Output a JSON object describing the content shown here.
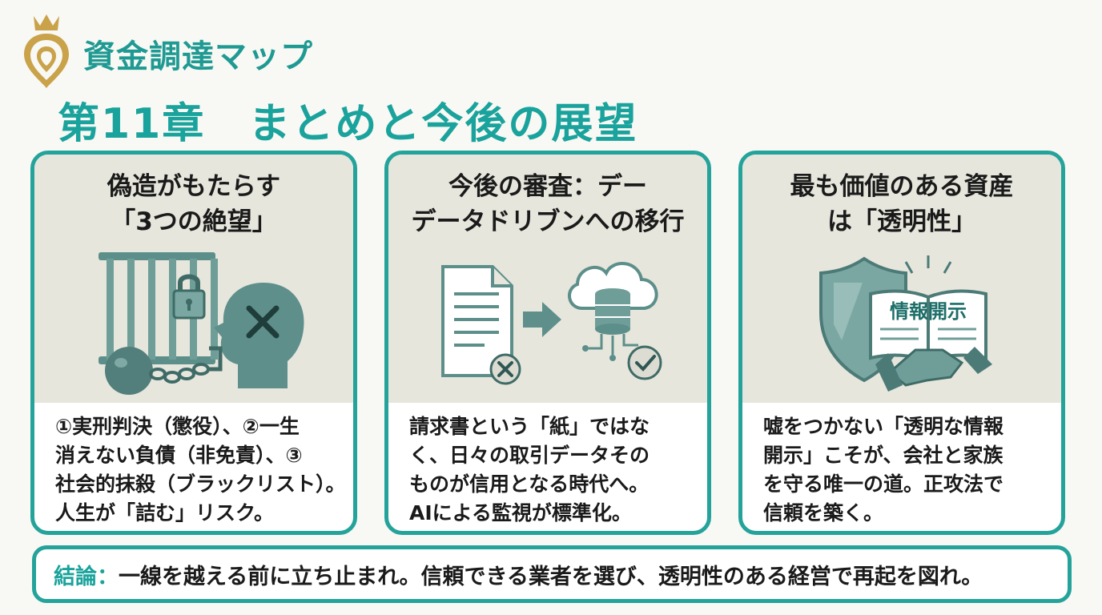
{
  "brand": {
    "name": "資金調達マップ",
    "colors": {
      "teal": "#1aa39c",
      "gold": "#c9a24a",
      "text": "#1a1a1a"
    }
  },
  "chapter_title": "第11章　まとめと今後の展望",
  "cards": [
    {
      "heading_lines": [
        "偽造がもたらす",
        "「3つの絶望」"
      ],
      "illustration": [
        "jail-bars-icon",
        "padlock-icon",
        "ball-and-chain-icon",
        "head-with-x-icon"
      ],
      "body_lines": [
        "①実刑判決（懲役）、②一生",
        "消えない負債（非免責）、③",
        "社会的抹殺（ブラックリスト）。",
        "人生が「詰む」リスク。"
      ]
    },
    {
      "heading_lines": [
        "今後の審査：デー",
        "データドリブンへの移行"
      ],
      "illustration": [
        "paper-document-icon",
        "x-circle-icon",
        "arrow-right-icon",
        "cloud-database-icon",
        "check-circle-icon"
      ],
      "body_lines": [
        "請求書という「紙」ではな",
        "く、日々の取引データその",
        "ものが信用となる時代へ。",
        "AIによる監視が標準化。"
      ]
    },
    {
      "heading_lines": [
        "最も価値のある資産",
        "は「透明性」"
      ],
      "illustration": [
        "shield-icon",
        "open-book-icon",
        "handshake-icon"
      ],
      "book_label": "情報開示",
      "body_lines": [
        "嘘をつかない「透明な情報",
        "開示」こそが、会社と家族",
        "を守る唯一の道。正攻法で",
        "信頼を築く。"
      ]
    }
  ],
  "conclusion": {
    "label": "結論：",
    "text": "一線を越える前に立ち止まれ。信頼できる業者を選び、透明性のある経営で再起を図れ。"
  }
}
